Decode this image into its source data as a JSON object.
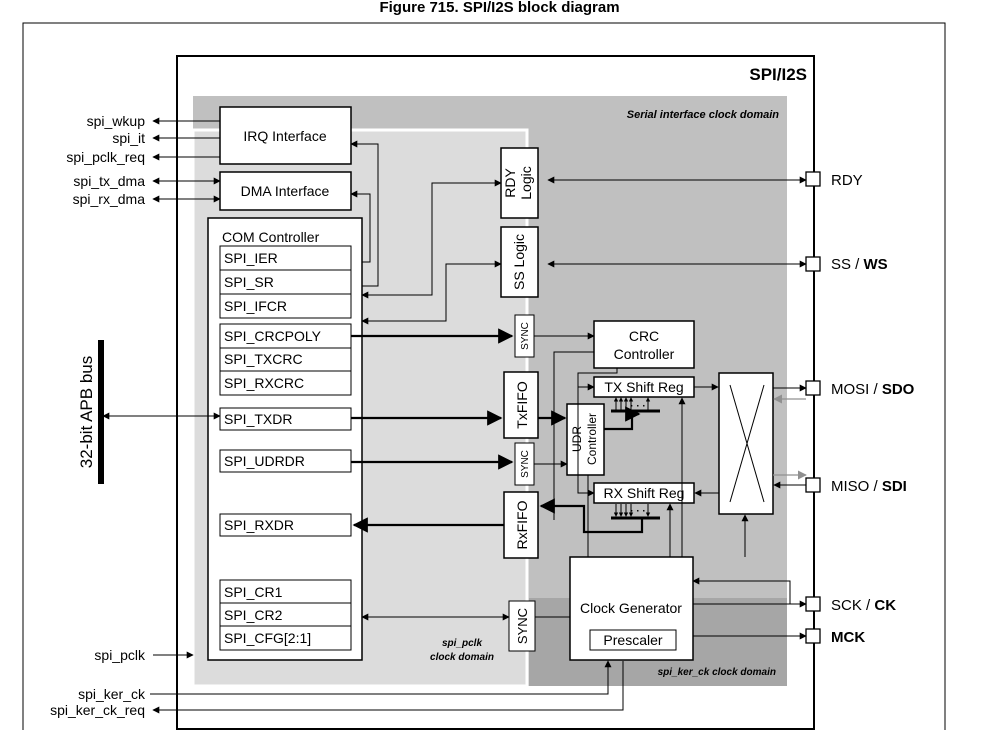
{
  "title": "Figure 715. SPI/I2S block diagram",
  "block_name": "SPI/I2S",
  "domains": {
    "serial": "Serial interface clock domain",
    "pclk_line1": "spi_pclk",
    "pclk_line2": "clock domain",
    "ker": "spi_ker_ck  clock domain"
  },
  "blocks": {
    "irq": "IRQ Interface",
    "dma": "DMA Interface",
    "com": "COM Controller",
    "rdy_line1": "RDY",
    "rdy_line2": "Logic",
    "ss": "SS Logic",
    "sync": "SYNC",
    "crc_line1": "CRC",
    "crc_line2": "Controller",
    "tx_shift": "TX Shift Reg",
    "rx_shift": "RX Shift Reg",
    "txfifo": "TxFIFO",
    "rxfifo": "RxFIFO",
    "udr_line1": "UDR",
    "udr_line2": "Controller",
    "clock_gen": "Clock Generator",
    "prescaler": "Prescaler",
    "dots": "· · ·"
  },
  "registers": [
    "SPI_IER",
    "SPI_SR",
    "SPI_IFCR",
    "SPI_CRCPOLY",
    "SPI_TXCRC",
    "SPI_RXCRC",
    "SPI_TXDR",
    "SPI_UDRDR",
    "SPI_RXDR",
    "SPI_CR1",
    "SPI_CR2",
    "SPI_CFG[2:1]"
  ],
  "left_signals": [
    "spi_wkup",
    "spi_it",
    "spi_pclk_req",
    "spi_tx_dma",
    "spi_rx_dma",
    "spi_pclk",
    "spi_ker_ck",
    "spi_ker_ck_req"
  ],
  "bus_label": "32-bit APB bus",
  "pins": {
    "rdy": "RDY",
    "ss_a": "SS / ",
    "ss_b": "WS",
    "mosi_a": "MOSI / ",
    "mosi_b": "SDO",
    "miso_a": "MISO / ",
    "miso_b": "SDI",
    "sck_a": "SCK / ",
    "sck_b": "CK",
    "mck": "MCK"
  },
  "colors": {
    "serial_domain": "#c0c0c0",
    "pclk_domain": "#dcdcdc",
    "ker_domain": "#a6a6a6",
    "gray_arrow": "#909090"
  }
}
